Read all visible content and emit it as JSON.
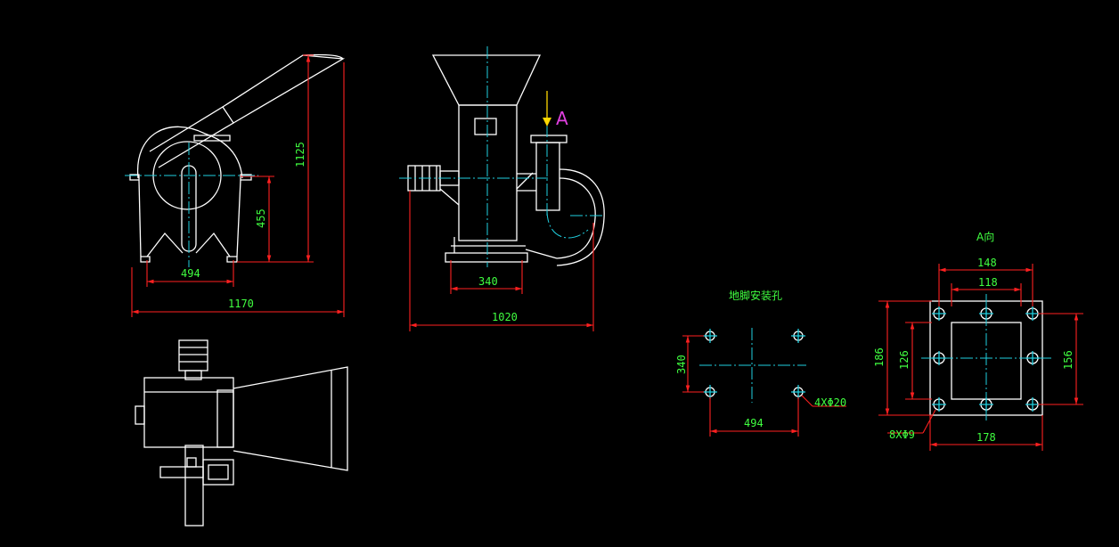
{
  "dims": {
    "side_1125": "1125",
    "side_455": "455",
    "side_494": "494",
    "side_1170": "1170",
    "front_340": "340",
    "front_1020": "1020",
    "hole_340": "340",
    "hole_494": "494",
    "hole_note": "4XΦ20",
    "plate_148": "148",
    "plate_118": "118",
    "plate_186": "186",
    "plate_126": "126",
    "plate_156": "156",
    "plate_178": "178",
    "plate_note": "8XΦ9"
  },
  "labels": {
    "view_arrow": "A",
    "view_a_title": "A向",
    "base_holes_title": "地脚安装孔"
  },
  "colors": {
    "outline": "#ffffff",
    "dimension": "#ff2020",
    "centerline": "#20d0e0",
    "text": "#40ff40",
    "view_letter": "#e040e0",
    "view_arrow": "#ffd800"
  }
}
